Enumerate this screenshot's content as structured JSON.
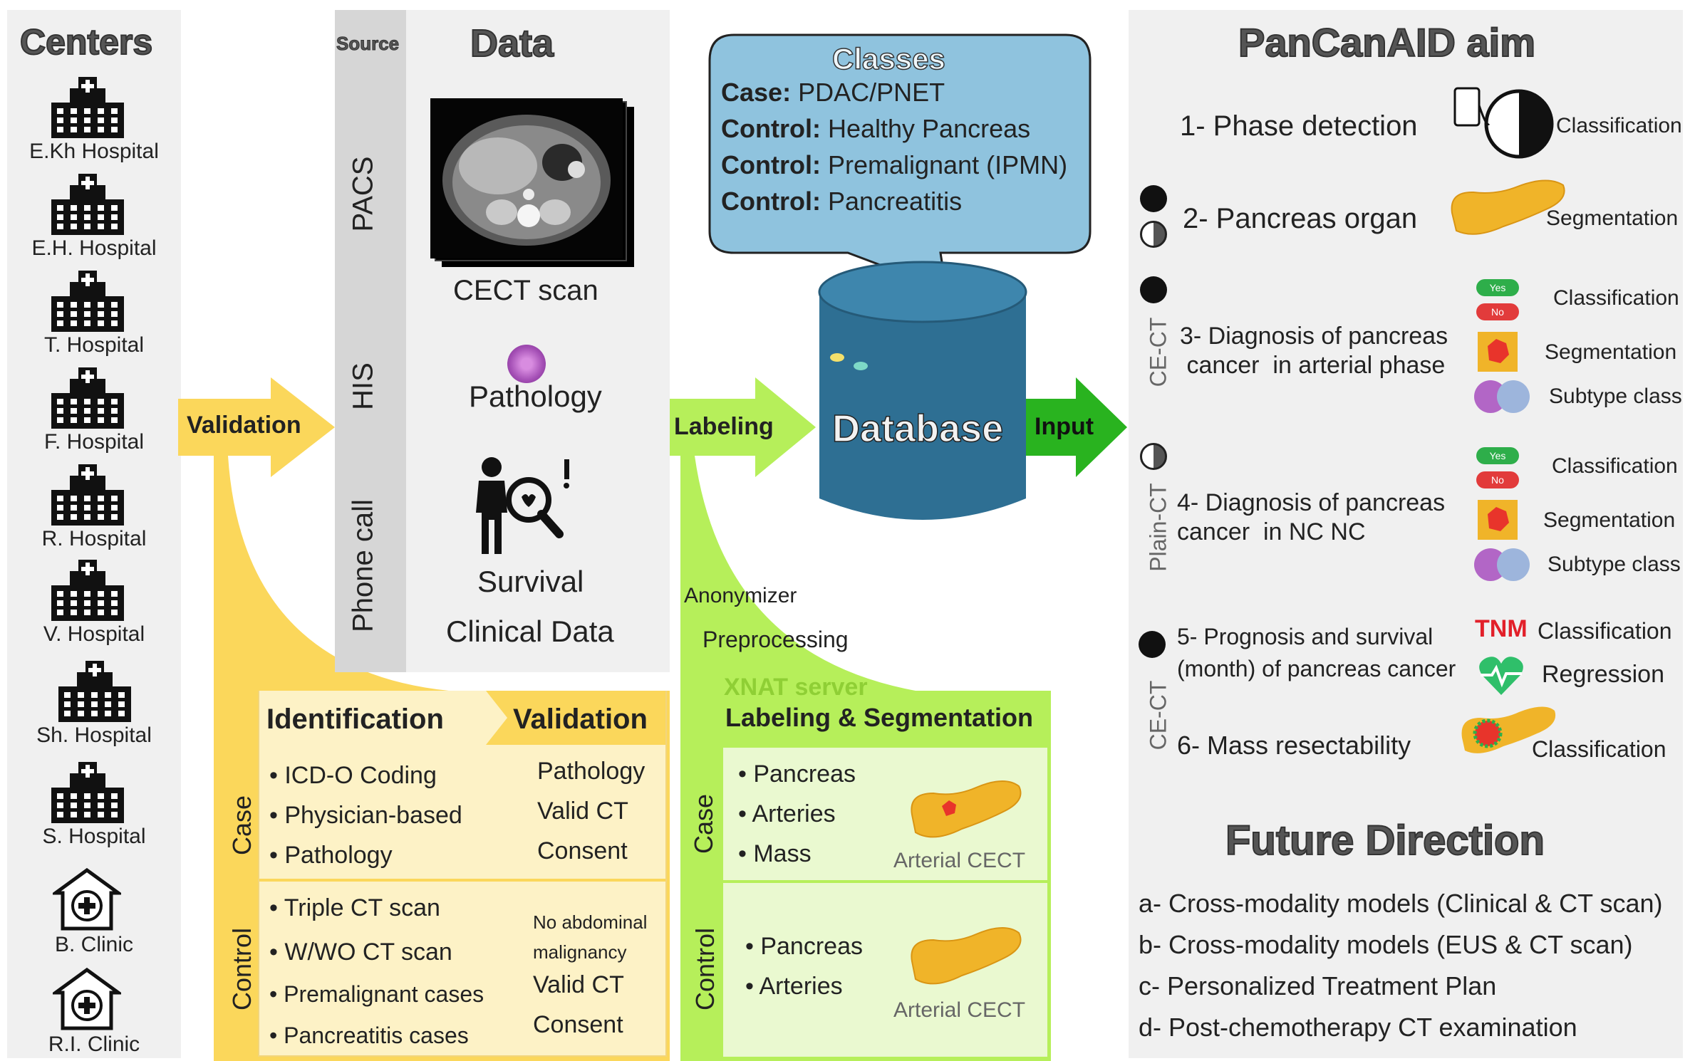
{
  "centers": {
    "title": "Centers",
    "hospitals": [
      "E.Kh Hospital",
      "E.H. Hospital",
      "T. Hospital",
      "F. Hospital",
      "R. Hospital",
      "V. Hospital",
      "Sh. Hospital",
      "S. Hospital"
    ],
    "clinics": [
      "B. Clinic",
      "R.I. Clinic"
    ]
  },
  "data": {
    "source_label": "Source",
    "title": "Data",
    "sources": [
      "PACS",
      "HIS",
      "Phone call"
    ],
    "items": [
      "CECT scan",
      "Pathology",
      "Survival",
      "Clinical Data"
    ]
  },
  "arrows": {
    "validation": "Validation",
    "labeling": "Labeling",
    "input": "Input"
  },
  "classes": {
    "title": "Classes",
    "rows": [
      {
        "key": "Case:",
        "val": "PDAC/PNET"
      },
      {
        "key": "Control:",
        "val": "Healthy Pancreas"
      },
      {
        "key": "Control:",
        "val": "Premalignant (IPMN)"
      },
      {
        "key": "Control:",
        "val": "Pancreatitis"
      }
    ]
  },
  "database": {
    "label": "Database"
  },
  "identification": {
    "header_left": "Identification",
    "header_right": "Validation",
    "case_label": "Case",
    "control_label": "Control",
    "case_items": [
      "• ICD-O Coding",
      "• Physician-based",
      "• Pathology"
    ],
    "case_validation": [
      "Pathology",
      "Valid CT",
      "Consent"
    ],
    "control_items": [
      "• Triple CT scan",
      "• W/WO CT scan",
      "• Premalignant cases",
      "• Pancreatitis cases"
    ],
    "control_validation_small": [
      "No abdominal",
      "malignancy"
    ],
    "control_validation": [
      "Valid CT",
      "Consent"
    ]
  },
  "labeling": {
    "steps": [
      "Anonymizer",
      "Preprocessing",
      "XNAT server"
    ],
    "title": "Labeling & Segmentation",
    "case_label": "Case",
    "control_label": "Control",
    "case_items": [
      "• Pancreas",
      "• Arteries",
      "• Mass"
    ],
    "control_items": [
      "• Pancreas",
      "• Arteries"
    ],
    "image_caption": "Arterial CECT"
  },
  "aim": {
    "title": "PanCanAID aim",
    "items": [
      {
        "text": "1- Phase detection"
      },
      {
        "text": "2- Pancreas organ"
      },
      {
        "text": "3- Diagnosis of pancreas\n cancer  in arterial phase"
      },
      {
        "text": "4- Diagnosis of pancreas\ncancer  in NC NC"
      },
      {
        "text": "5- Prognosis and survival\n(month) of pancreas cancer"
      },
      {
        "text": "6- Mass resectability"
      }
    ],
    "outputs": {
      "o1": "Classification",
      "o2": "Segmentation",
      "o3a": "Classification",
      "o3b": "Segmentation",
      "o3c": "Subtype class",
      "o4a": "Classification",
      "o4b": "Segmentation",
      "o4c": "Subtype class",
      "o5a": "Classification",
      "o5b": "Regression",
      "o6": "Classification"
    },
    "tnm": "TNM",
    "yes": "Yes",
    "no": "No",
    "phase_labels": [
      "CE-CT",
      "Plain-CT",
      "CE-CT"
    ]
  },
  "future": {
    "title": "Future Direction",
    "items": [
      "a- Cross-modality models (Clinical & CT scan)",
      "b- Cross-modality models  (EUS & CT scan)",
      "c- Personalized Treatment Plan",
      "d- Post-chemotherapy CT examination"
    ]
  },
  "colors": {
    "yellow_arrow": "#fbd75b",
    "yellow_panel": "#fdf2c6",
    "green_arrow": "#b6ef5a",
    "green_panel": "#eaf9d0",
    "dark_green": "#29b31f",
    "database": "#2e6f93",
    "bubble": "#8fc3de"
  }
}
